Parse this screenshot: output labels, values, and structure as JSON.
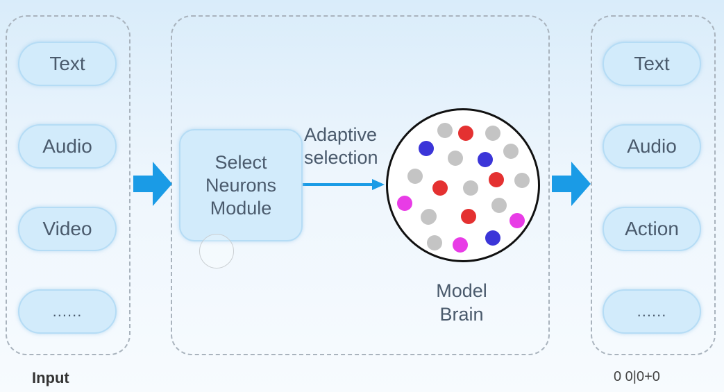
{
  "input_panel": {
    "items": [
      "Text",
      "Audio",
      "Video",
      "......"
    ],
    "label": "Input"
  },
  "module": {
    "label": "Select\nNeurons\nModule"
  },
  "connector_label": "Adaptive\nselection",
  "brain": {
    "label": "Model\nBrain",
    "neurons": [
      {
        "color": "gray"
      },
      {
        "color": "red"
      },
      {
        "color": "gray"
      },
      {
        "color": "blue"
      },
      {
        "color": "gray"
      },
      {
        "color": "blue"
      },
      {
        "color": "gray"
      },
      {
        "color": "gray"
      },
      {
        "color": "red"
      },
      {
        "color": "gray"
      },
      {
        "color": "red"
      },
      {
        "color": "gray"
      },
      {
        "color": "magenta"
      },
      {
        "color": "gray"
      },
      {
        "color": "gray"
      },
      {
        "color": "gray"
      },
      {
        "color": "red"
      },
      {
        "color": "magenta"
      },
      {
        "color": "gray"
      },
      {
        "color": "magenta"
      },
      {
        "color": "blue"
      }
    ]
  },
  "output_panel": {
    "items": [
      "Text",
      "Audio",
      "Action",
      "......"
    ],
    "label": "0 0|0+0"
  },
  "colors": {
    "gray": "#c4c4c4",
    "red": "#e43131",
    "blue": "#3b35d8",
    "magenta": "#e83ce6",
    "arrow": "#1a9be6",
    "pill_fill": "#d2ebfb"
  }
}
